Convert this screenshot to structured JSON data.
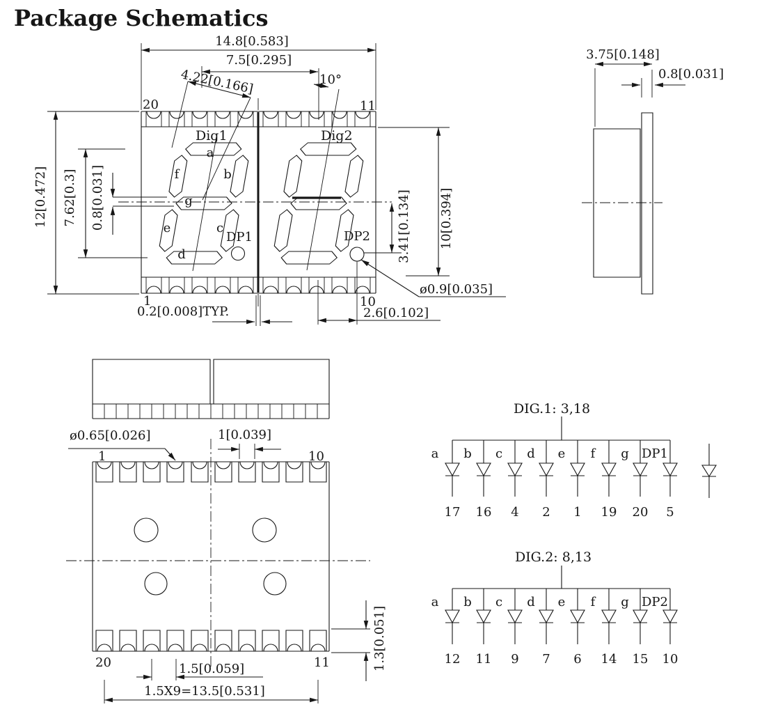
{
  "page_title": "Package Schematics",
  "colors": {
    "ink": "#161616",
    "background": "#ffffff"
  },
  "top_view": {
    "dims": {
      "overall_width": "14.8[0.583]",
      "digit_pitch": "7.5[0.295]",
      "digit_width": "4.22[0.166]",
      "tilt_angle": "10°",
      "overall_height": "12[0.472]",
      "digit_height": "7.62[0.3]",
      "segment_gap": "0.8[0.031]",
      "inner_height": "10[0.394]",
      "dp_vertical_offset": "3.41[0.134]",
      "dp_diameter": "ø0.9[0.035]",
      "center_gap": "0.2[0.008]TYP.",
      "dp_horizontal_offset": "2.6[0.102]"
    },
    "pins": {
      "top_left": "20",
      "top_right": "11",
      "bottom_left": "1",
      "bottom_right": "10"
    },
    "digit1_label": "Dig1",
    "digit2_label": "Dig2",
    "segments": {
      "a": "a",
      "b": "b",
      "c": "c",
      "d": "d",
      "e": "e",
      "f": "f",
      "g": "g",
      "dp1": "DP1",
      "dp2": "DP2"
    }
  },
  "side_view": {
    "dims": {
      "depth": "3.75[0.148]",
      "lens_thickness": "0.8[0.031]"
    }
  },
  "bottom_view": {
    "dims": {
      "pad_diameter": "ø0.65[0.026]",
      "pad_width": "1[0.039]",
      "edge_clearance": "1.3[0.051]",
      "pin_pitch": "1.5[0.059]",
      "row_span": "1.5X9=13.5[0.531]"
    },
    "pins": {
      "top_left": "1",
      "top_right": "10",
      "bottom_left": "20",
      "bottom_right": "11"
    }
  },
  "pinout_dig1": {
    "title": "DIG.1: 3,18",
    "segments": [
      "a",
      "b",
      "c",
      "d",
      "e",
      "f",
      "g",
      "DP1"
    ],
    "pins": [
      "17",
      "16",
      "4",
      "2",
      "1",
      "19",
      "20",
      "5"
    ]
  },
  "pinout_dig2": {
    "title": "DIG.2: 8,13",
    "segments": [
      "a",
      "b",
      "c",
      "d",
      "e",
      "f",
      "g",
      "DP2"
    ],
    "pins": [
      "12",
      "11",
      "9",
      "7",
      "6",
      "14",
      "15",
      "10"
    ]
  }
}
